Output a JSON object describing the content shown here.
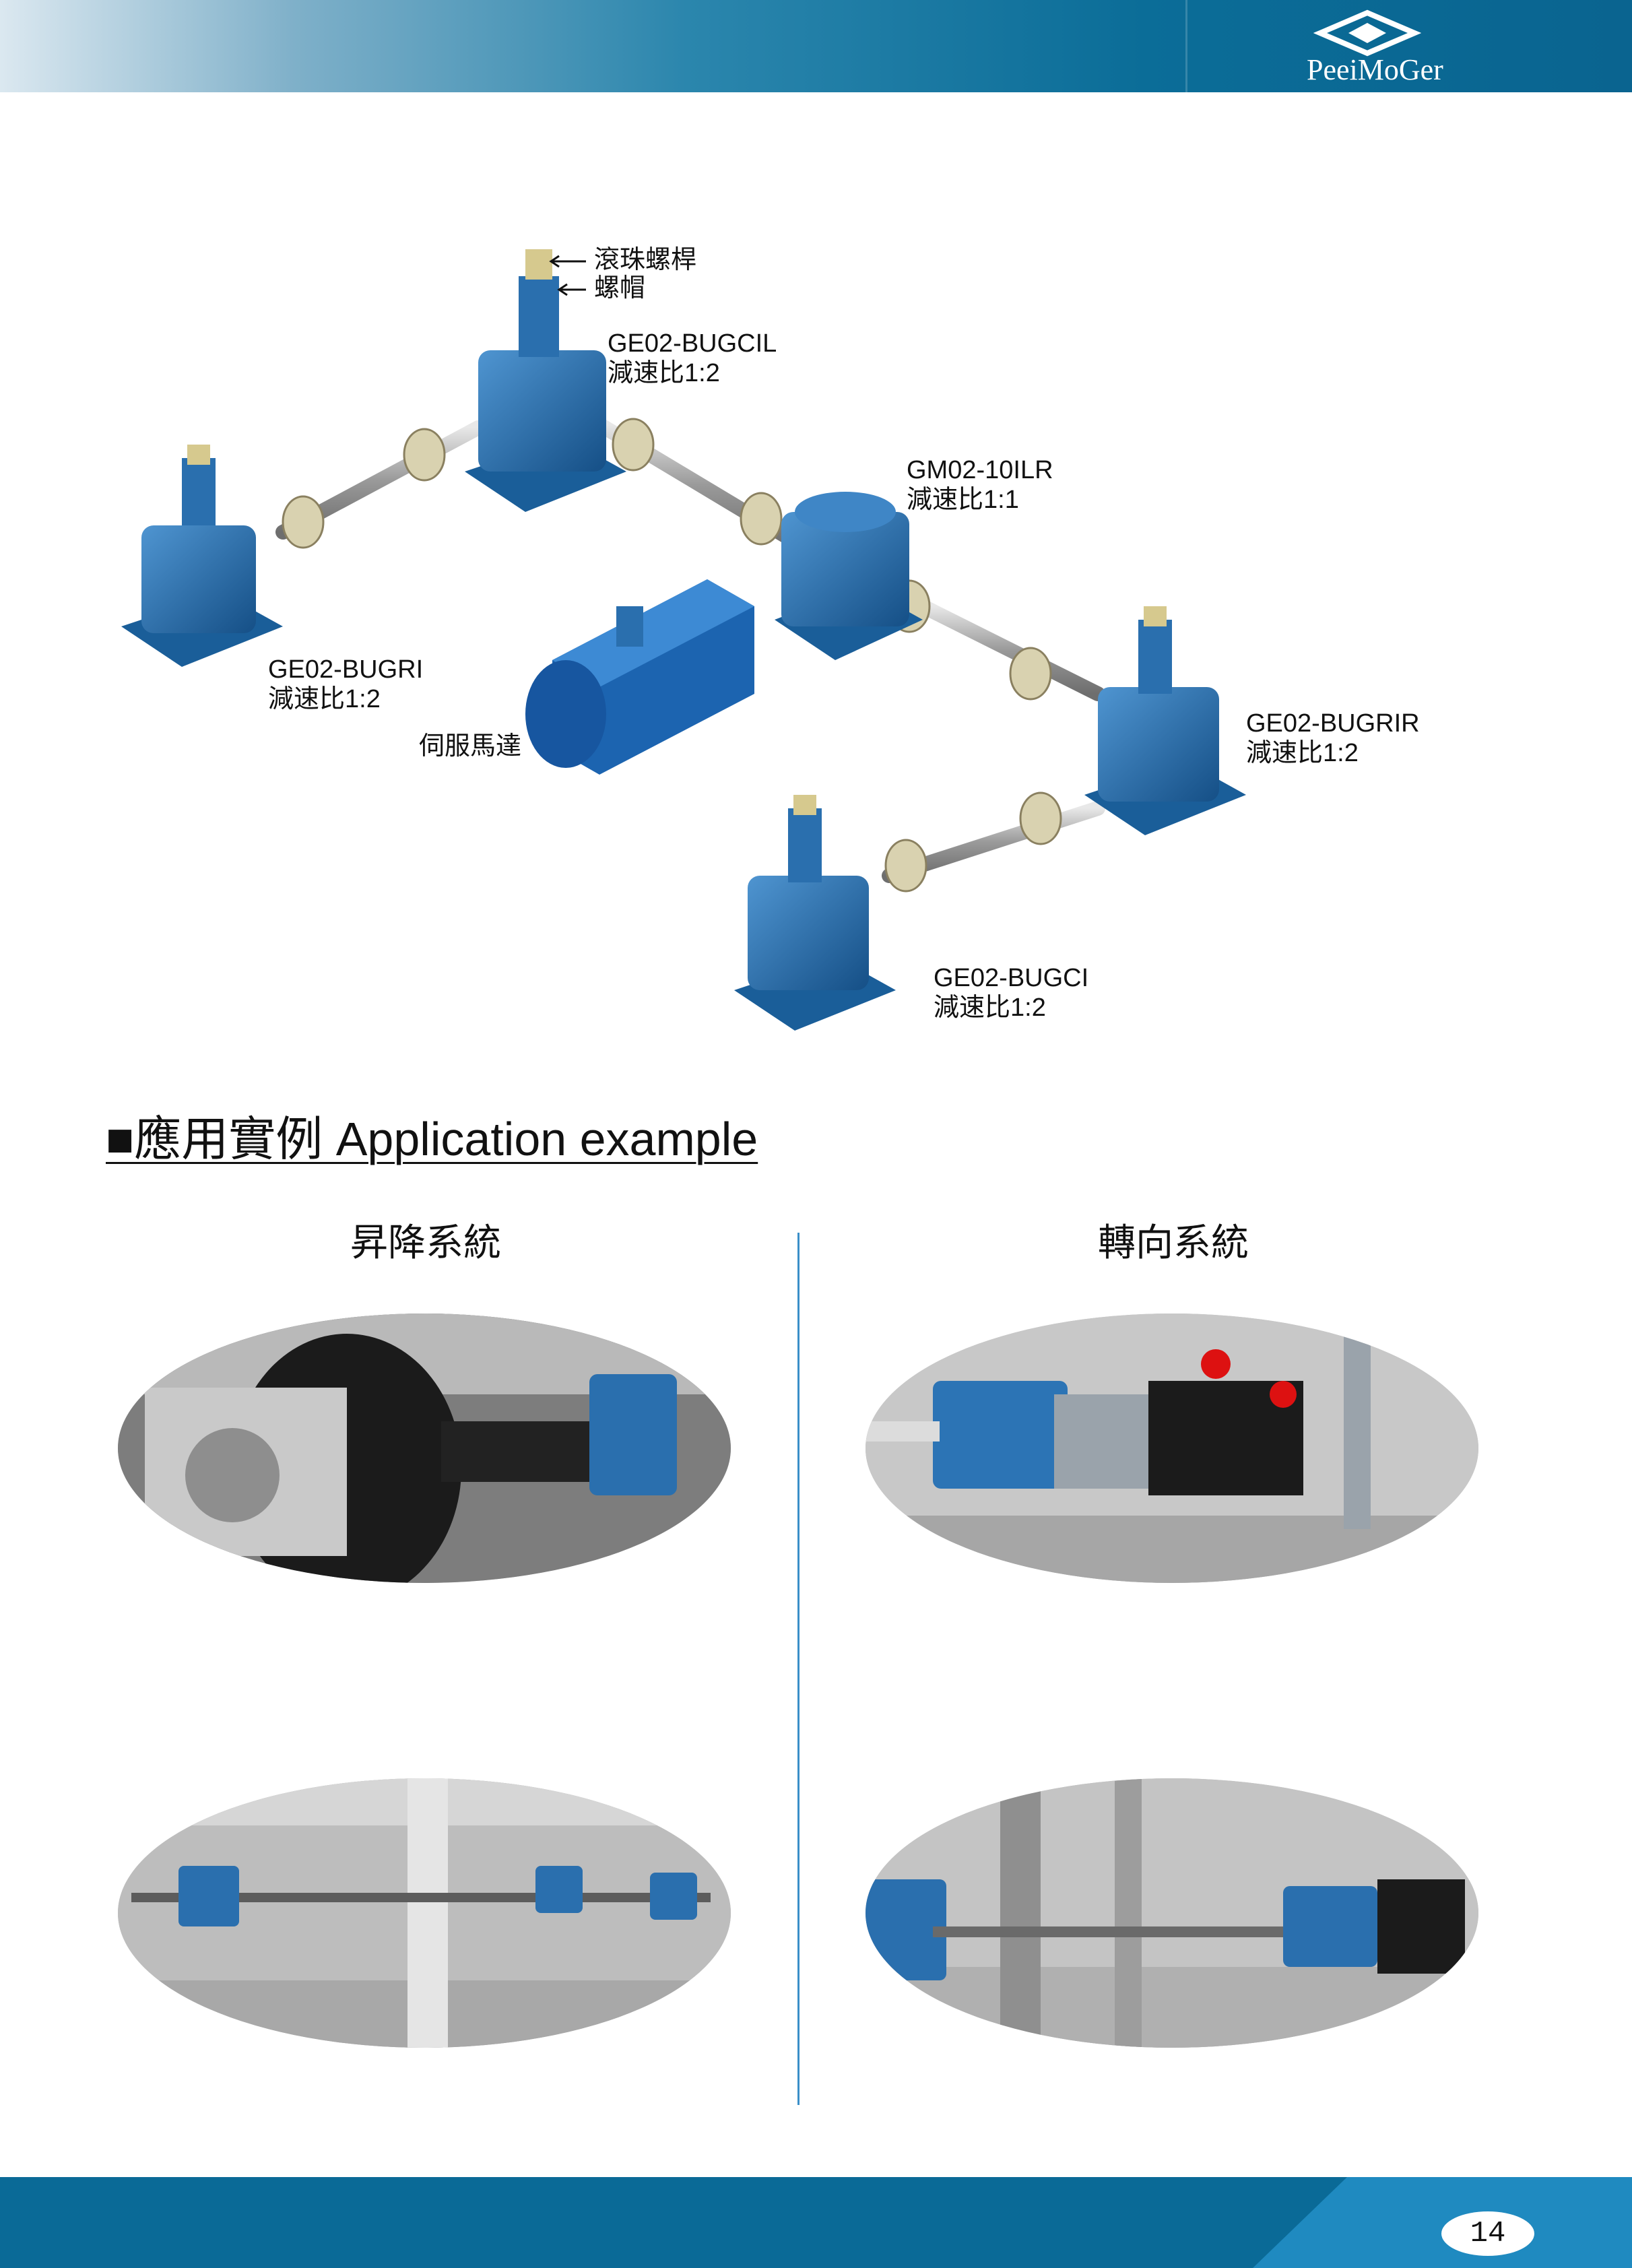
{
  "header": {
    "logo_text": "PeeiMoGer"
  },
  "diagram": {
    "labels": {
      "ball_screw": "滾珠螺桿",
      "nut": "螺帽",
      "bugcil_model": "GE02-BUGCIL",
      "bugcil_ratio": "減速比1:2",
      "gm_model": "GM02-10ILR",
      "gm_ratio": "減速比1:1",
      "bugri_model": "GE02-BUGRI",
      "bugri_ratio": "減速比1:2",
      "servo_motor": "伺服馬達",
      "bugrir_model": "GE02-BUGRIR",
      "bugrir_ratio": "減速比1:2",
      "bugci_model": "GE02-BUGCI",
      "bugci_ratio": "減速比1:2"
    }
  },
  "section": {
    "title": "■應用實例  Application example"
  },
  "columns": {
    "left_title": "昇降系統",
    "right_title": "轉向系統"
  },
  "colors": {
    "header_blue": "#0a6a97",
    "gearbox_blue": "#1f6fb0",
    "divider_blue": "#3a8fc8"
  },
  "footer": {
    "page_number": "14"
  }
}
